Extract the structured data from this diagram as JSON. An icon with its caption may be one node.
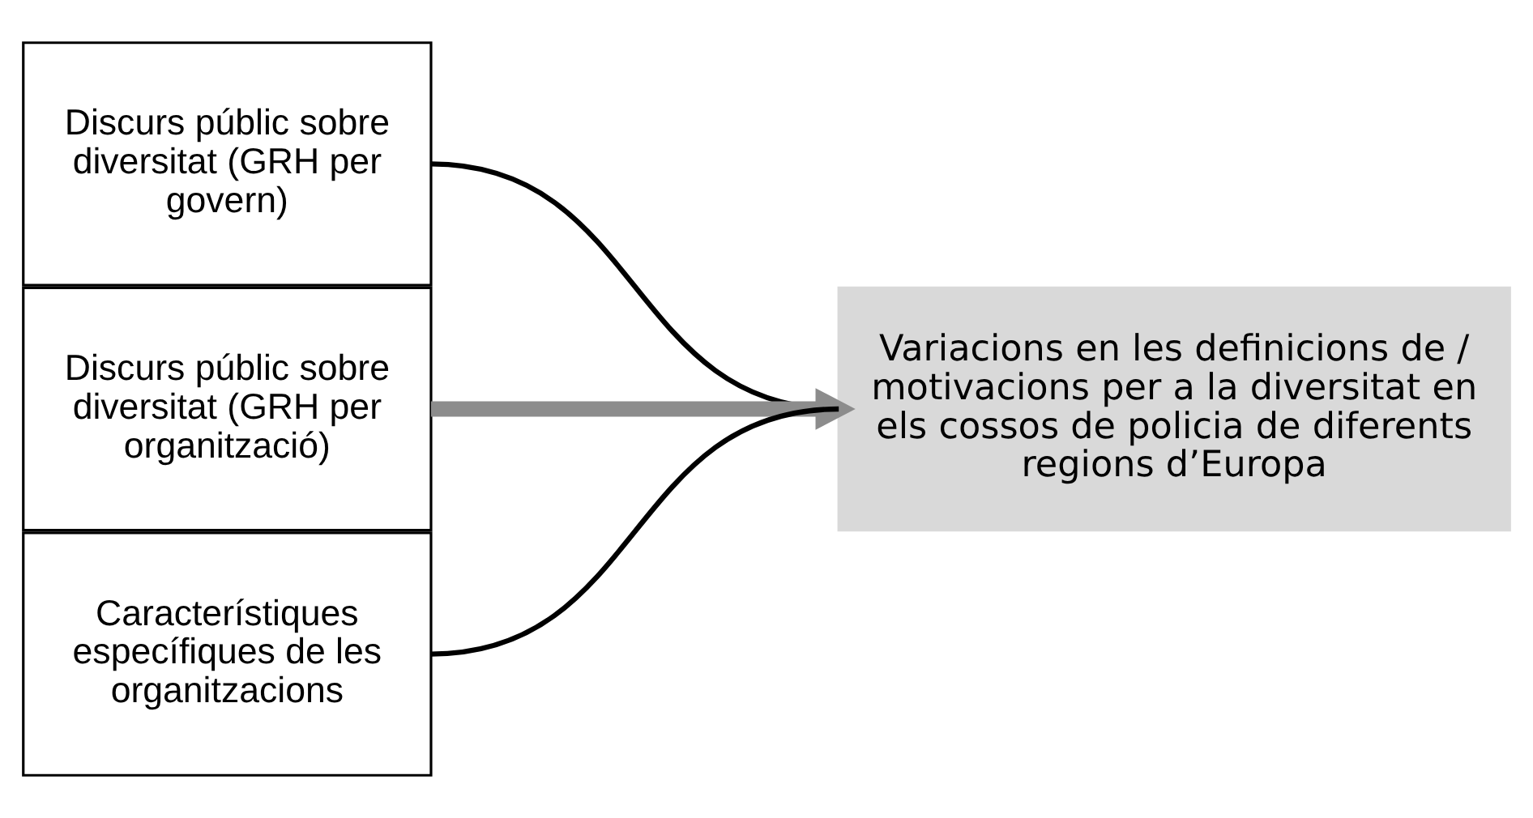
{
  "diagram": {
    "nodes": [
      {
        "text": [
          "Discurs públic sobre diversitat (GRH per govern)"
        ]
      },
      {
        "text": [
          "Discurs públic sobre diversitat (GRH per organització)"
        ]
      },
      {
        "text": [
          "Característiques específiques de les organitzacions"
        ]
      },
      {
        "text": [
          "Variacions en les definicions de / motivacions per a la diversitat en els cossos de policia de diferents regions d’Europa"
        ]
      }
    ],
    "edges": [
      {
        "from": 0,
        "to": 3,
        "arrow": "none"
      },
      {
        "from": 1,
        "to": 3,
        "arrow": "to",
        "style": "thick",
        "color": "#8c8c8c"
      },
      {
        "from": 2,
        "to": 3,
        "arrow": "none"
      }
    ]
  }
}
